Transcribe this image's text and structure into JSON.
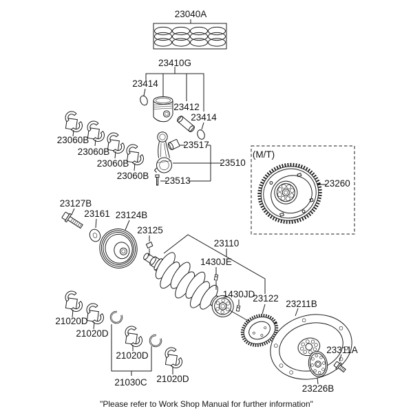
{
  "doc_type": "parts-diagram",
  "colors": {
    "line": "#1a1a1a",
    "background": "#ffffff"
  },
  "mt_label": "(M/T)",
  "footer": "\"Please refer to Work Shop Manual for further information\"",
  "parts": {
    "piston_ring_set": "23040A",
    "piston_assy": "23410G",
    "snap_ring": "23414",
    "piston_pin": "23412",
    "pin_bushing": "23517",
    "connecting_rod": "23510",
    "conrod_bolt": "23513",
    "conrod_bearing": "23060B",
    "damper_bolt": "23127B",
    "washer": "23161",
    "damper_pulley": "23124B",
    "woodruff_key": "23125",
    "crankshaft": "23110",
    "bolt_1430je": "1430JE",
    "bolt_1430jd": "1430JD",
    "sensor_wheel": "23122",
    "flywheel_mt": "23260",
    "drive_plate": "23211B",
    "adapter_bolt": "23311A",
    "adapter_plate": "23226B",
    "main_bearing": "21020D",
    "thrust_washer_set": "21030C"
  }
}
